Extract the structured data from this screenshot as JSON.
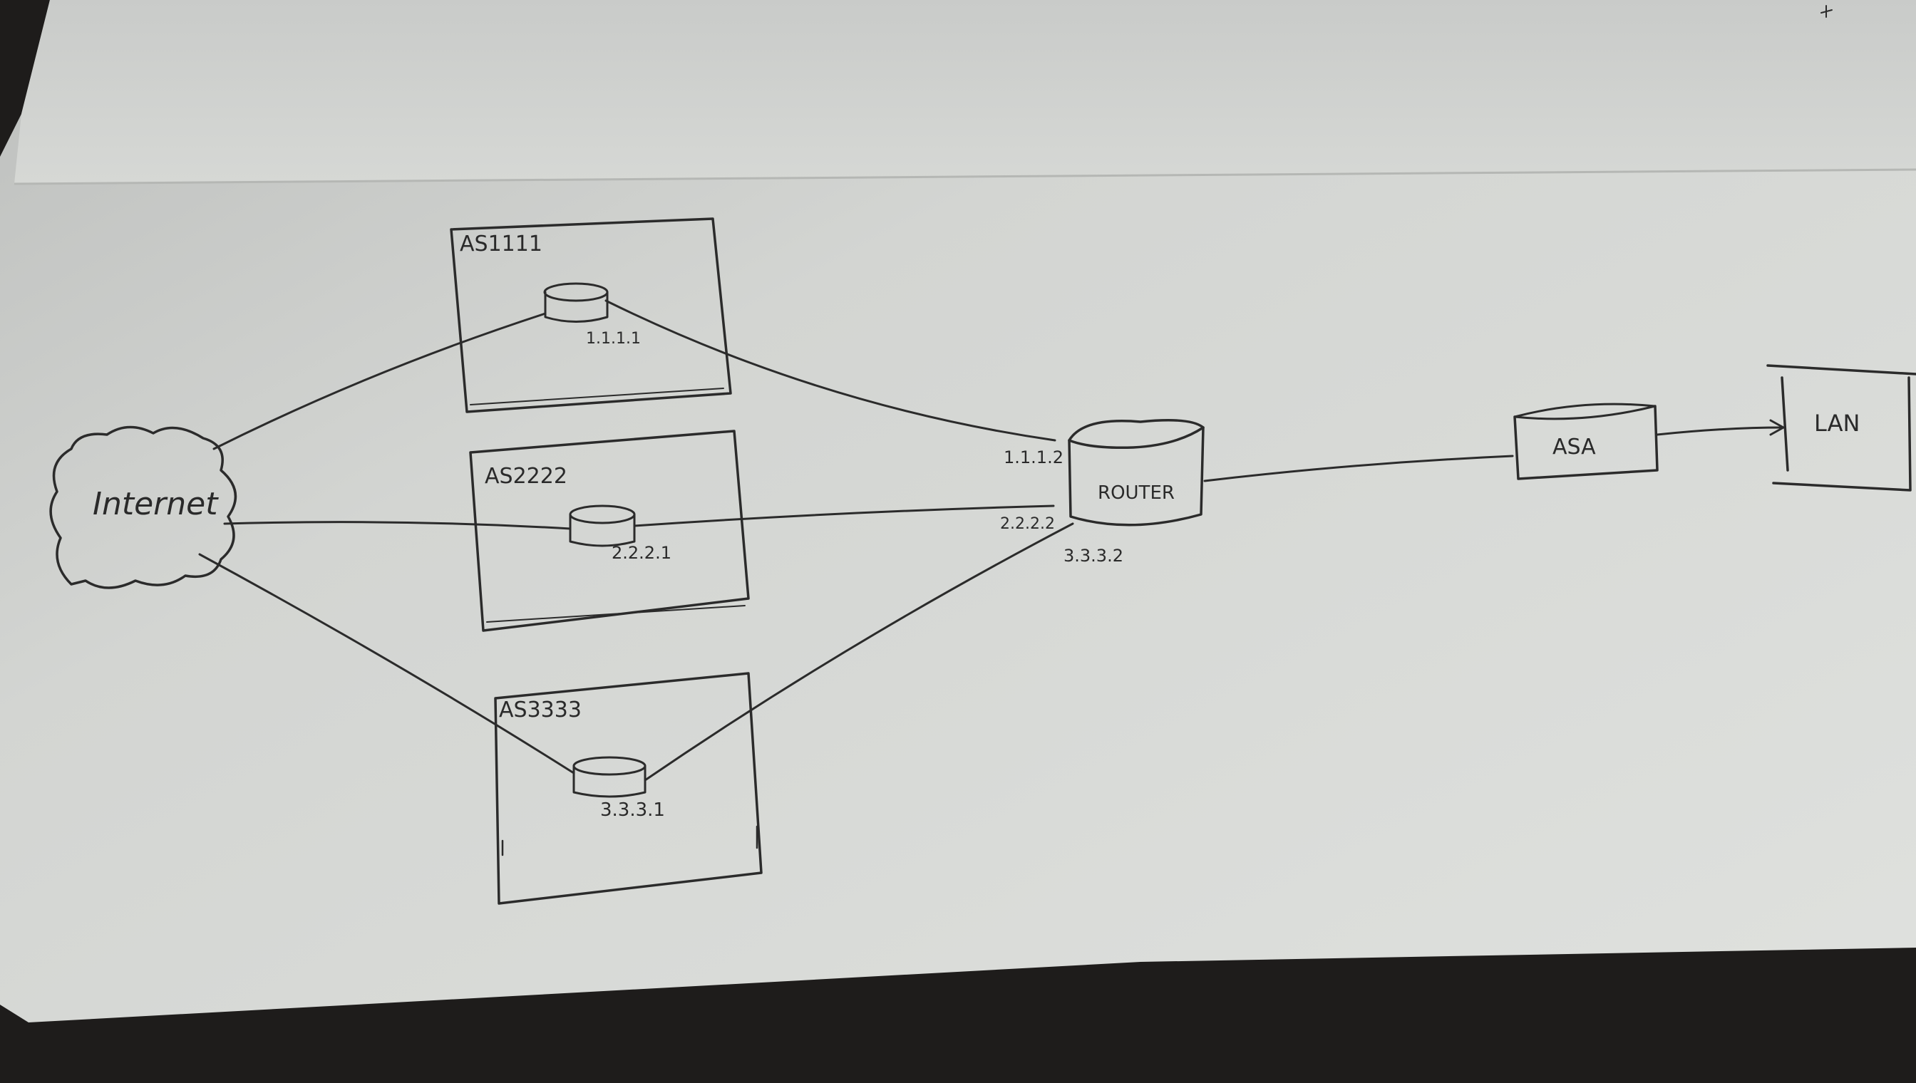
{
  "diagram": {
    "nodes": {
      "internet": {
        "label": "Internet"
      },
      "as1111": {
        "label": "AS1111",
        "router_ip": "1.1.1.1"
      },
      "as2222": {
        "label": "AS2222",
        "router_ip": "2.2.2.1"
      },
      "as3333": {
        "label": "AS3333",
        "router_ip": "3.3.3.1"
      },
      "router": {
        "label": "ROUTER",
        "ip_1": "1.1.1.2",
        "ip_2": "2.2.2.2",
        "ip_3": "3.3.3.2"
      },
      "asa": {
        "label": "ASA"
      },
      "lan": {
        "label": "LAN"
      }
    },
    "edges": [
      {
        "from": "Internet",
        "to": "AS1111"
      },
      {
        "from": "Internet",
        "to": "AS2222"
      },
      {
        "from": "Internet",
        "to": "AS3333"
      },
      {
        "from": "AS1111",
        "to": "ROUTER"
      },
      {
        "from": "AS2222",
        "to": "ROUTER"
      },
      {
        "from": "AS3333",
        "to": "ROUTER"
      },
      {
        "from": "ROUTER",
        "to": "ASA"
      },
      {
        "from": "ASA",
        "to": "LAN"
      }
    ]
  }
}
